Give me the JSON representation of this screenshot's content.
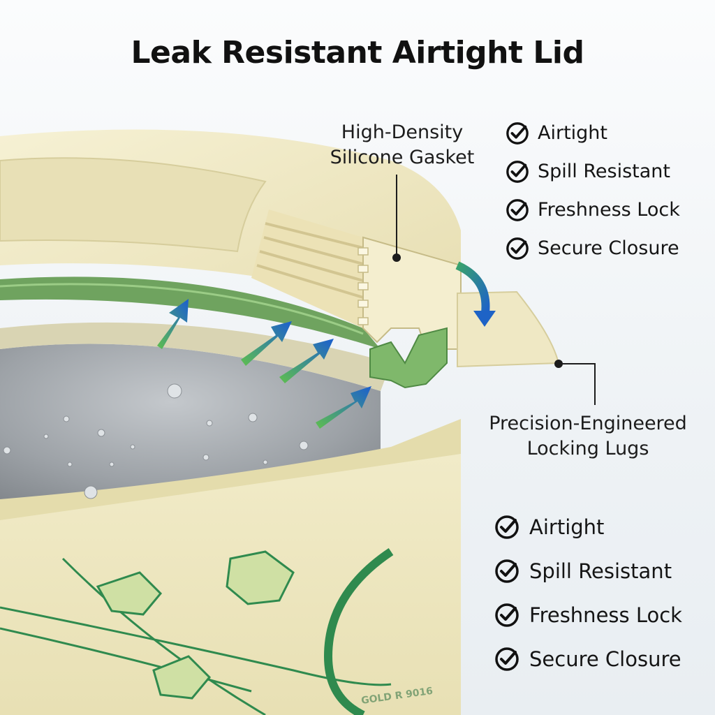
{
  "title": "Leak Resistant Airtight Lid",
  "callouts": {
    "gasket": [
      "High-Density",
      "Silicone Gasket"
    ],
    "lugs": [
      "Precision-Engineered",
      "Locking Lugs"
    ]
  },
  "features_top": [
    "Airtight",
    "Spill Resistant",
    "Freshness Lock",
    "Secure Closure"
  ],
  "features_bottom": [
    "Airtight",
    "Spill Resistant",
    "Freshness Lock",
    "Secure Closure"
  ],
  "body_print": "GOLD R 9016",
  "icons": {
    "feature_bullet": "check-circle-icon",
    "airflow": "arrow-icon"
  },
  "colors": {
    "container_cream": "#efe9c3",
    "gasket_green": "#6fa35f",
    "print_green": "#2f8a4e",
    "arrow_blue": "#1e63c6",
    "steel": "#9aa0a6"
  }
}
